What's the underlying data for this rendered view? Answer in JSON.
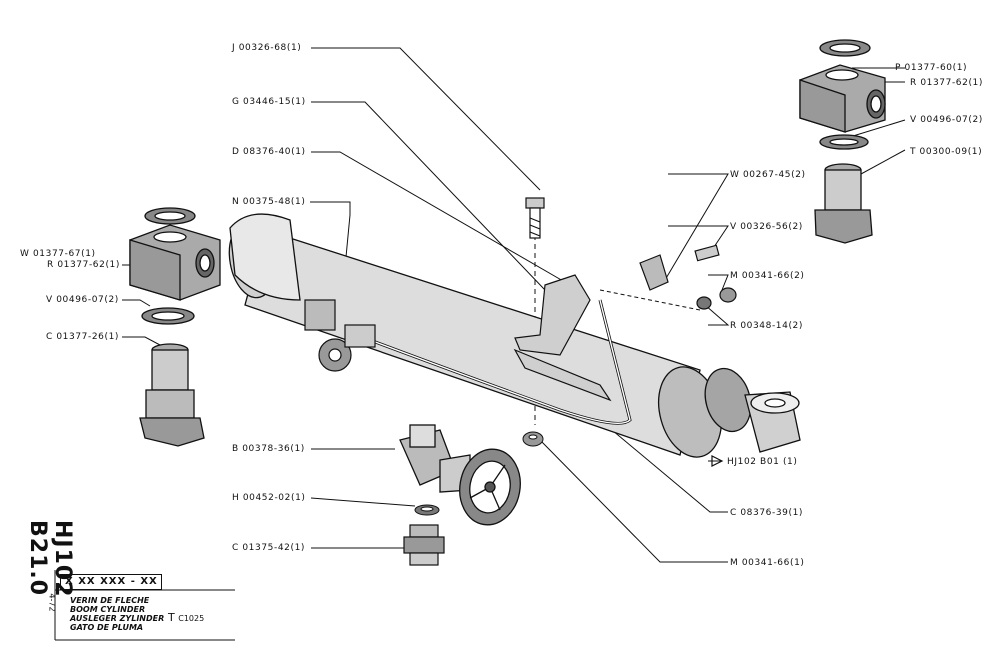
{
  "drawing_number": "HJ102 B21.0",
  "labels": {
    "j00326": "J 00326-68(1)",
    "g03446": "G 03446-15(1)",
    "d08376": "D 08376-40(1)",
    "n00375": "N 00375-48(1)",
    "w01377": "W 01377-67(1)",
    "r01377_left": "R 01377-62(1)",
    "v00496_left": "V 00496-07(2)",
    "c01377": "C 01377-26(1)",
    "b00378": "B 00378-36(1)",
    "h00452": "H 00452-02(1)",
    "c01375": "C 01375-42(1)",
    "p01377": "P 01377-60(1)",
    "r01377_right": "R 01377-62(1)",
    "v00496_right": "V 00496-07(2)",
    "t00300": "T 00300-09(1)",
    "w00267": "W 00267-45(2)",
    "v00326": "V 00326-56(2)",
    "m00341_top": "M 00341-66(2)",
    "r00348": "R 00348-14(2)",
    "hj102": "HJ102  B01 (1)",
    "c08376": "C 08376-39(1)",
    "m00341_bottom": "M 00341-66(1)"
  },
  "title_block": {
    "code": "X XX XXX - XX",
    "date": "4-72",
    "descriptions": [
      "VERIN DE FLECHE",
      "BOOM CYLINDER",
      "AUSLEGER ZYLINDER",
      "GATO DE PLUMA"
    ],
    "type_letter": "T",
    "type_number": "C1025"
  }
}
